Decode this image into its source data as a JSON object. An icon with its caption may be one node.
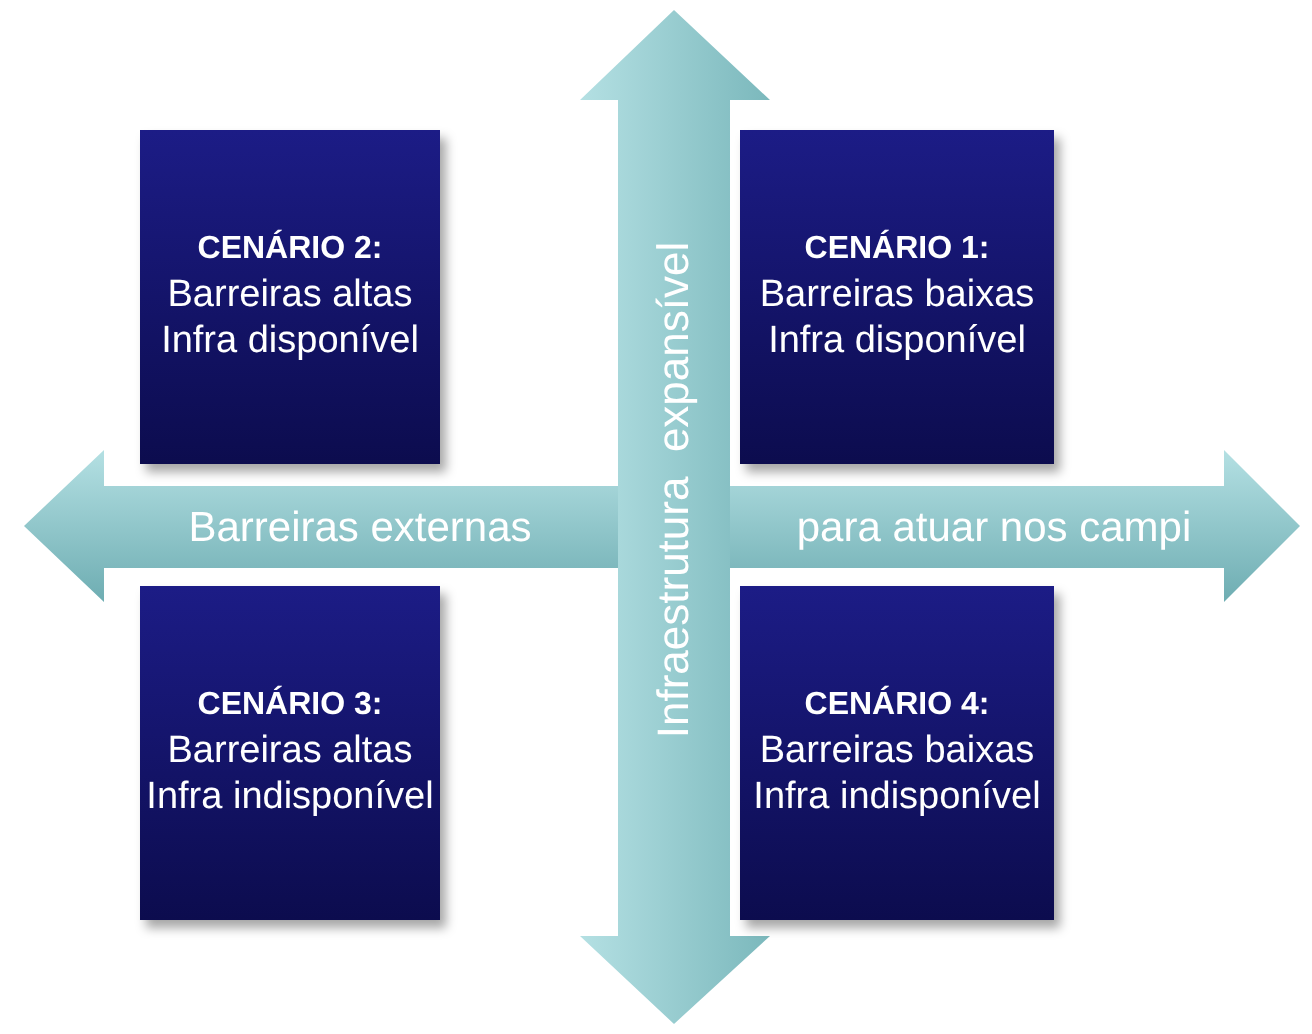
{
  "diagram": {
    "nodes": [
      {
        "text": [
          "CENÁRIO 2:",
          "Barreiras altas",
          "Infra disponível"
        ]
      },
      {
        "text": [
          "CENÁRIO 1:",
          "Barreiras baixas",
          "Infra disponível"
        ]
      },
      {
        "text": [
          "CENÁRIO 3:",
          "Barreiras altas",
          "Infra indisponível"
        ]
      },
      {
        "text": [
          "CENÁRIO 4:",
          "Barreiras baixas",
          "Infra indisponível"
        ]
      }
    ],
    "labels": [
      "Infraestrutura  expansível",
      "Barreiras externas",
      "para atuar nos campi"
    ]
  }
}
